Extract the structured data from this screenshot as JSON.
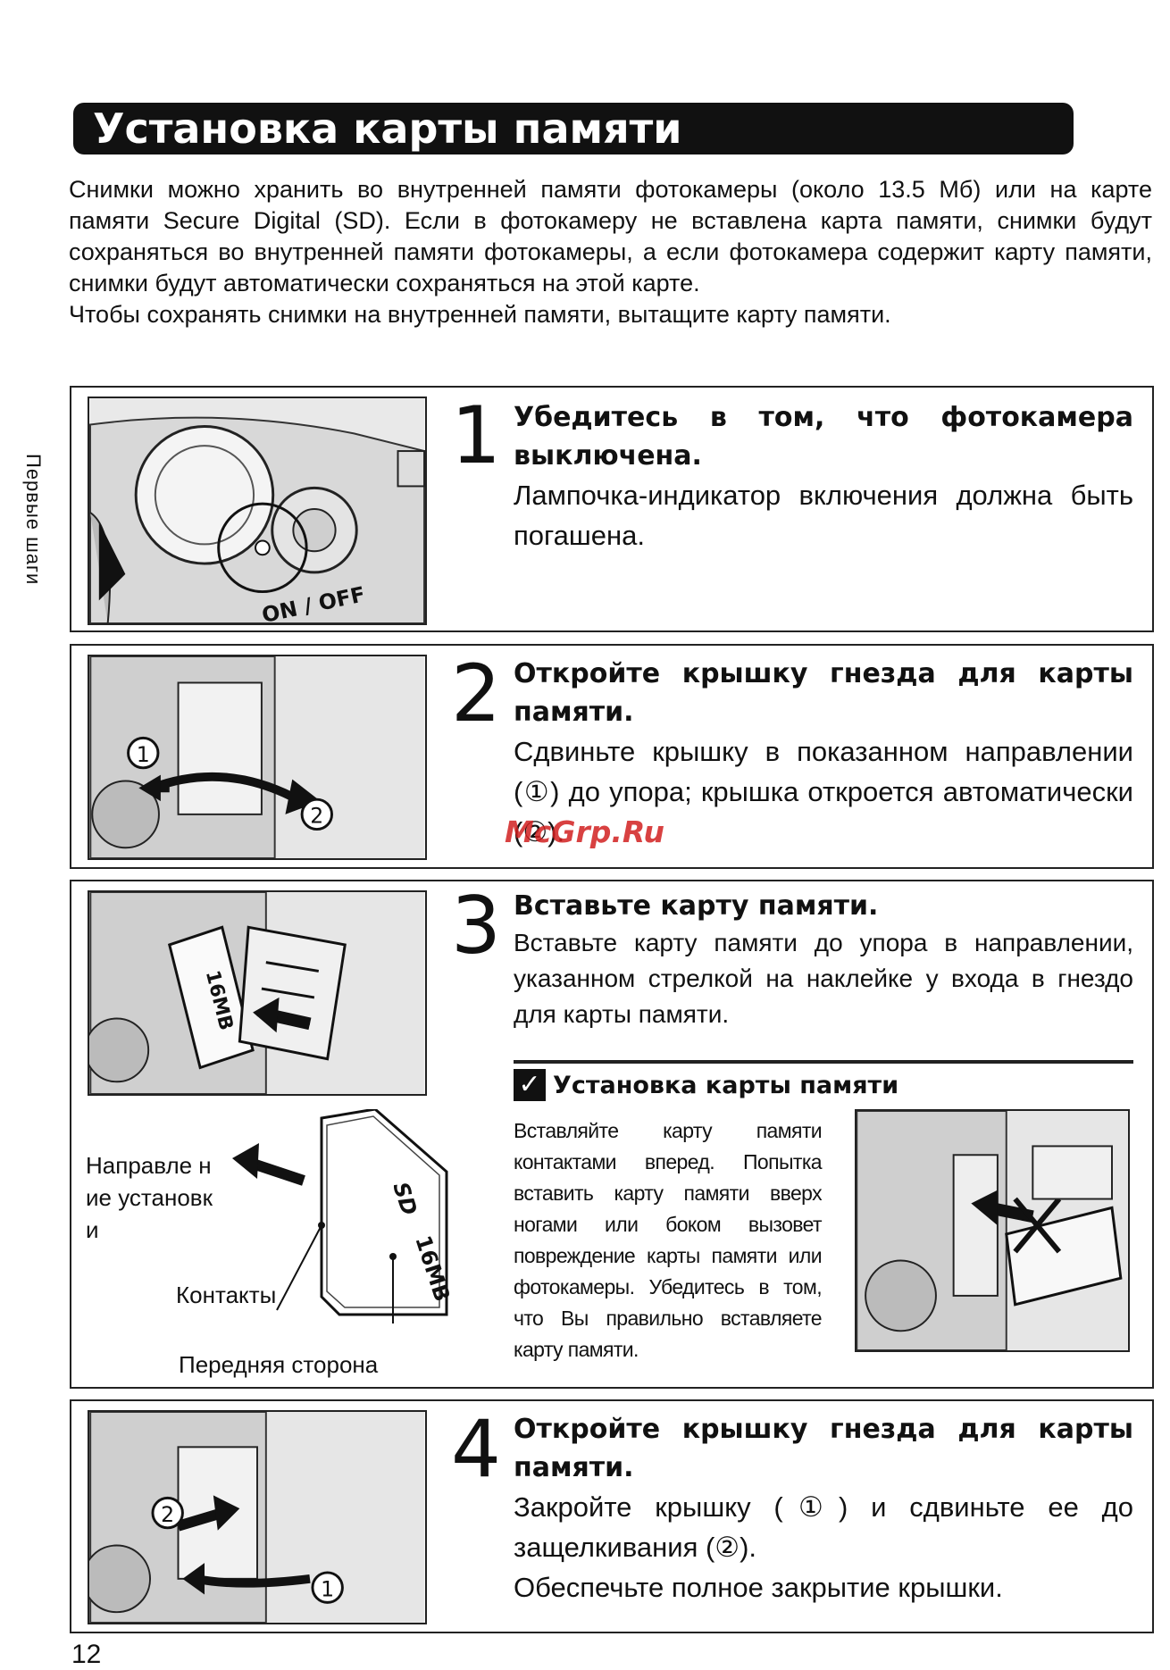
{
  "page": {
    "title": "Установка карты памяти",
    "side_tab": "Первые шаги",
    "page_number": "12",
    "watermark": "McGrp.Ru"
  },
  "intro": {
    "paragraph1": "Снимки можно хранить во внутренней памяти фотокамеры (около 13.5 Мб) или на карте памяти Secure Digital (SD). Если в фотокамеру не вставлена карта памяти, снимки будут сохраняться во внутренней памяти фотокамеры, а если фотокамера содержит карту памяти, снимки будут автоматически сохраняться на этой карте.",
    "paragraph2": "Чтобы сохранять снимки на внутренней памяти, вытащите карту памяти."
  },
  "steps": [
    {
      "number": "1",
      "heading": "Убедитесь в том, что фотокамера выключена.",
      "text": "Лампочка-индикатор включения должна быть погашена.",
      "photo_label": "ON / OFF"
    },
    {
      "number": "2",
      "heading": "Откройте крышку гнезда для карты памяти.",
      "text": "Сдвиньте крышку в показанном направлении (①) до упора; крышка откроется автоматически (②).",
      "marker1": "1",
      "marker2": "2"
    },
    {
      "number": "3",
      "heading": "Вставьте карту памяти.",
      "text": "Вставьте карту памяти до упора в направлении, указанном стрелкой на наклейке у входа в гнездо для карты памяти.",
      "card_label": "16MB",
      "card_logo": "SD",
      "label_direction": "Направле ние установки",
      "label_contacts": "Контакты",
      "label_front": "Передняя сторона",
      "tip_icon": "check-icon",
      "tip_heading": "Установка карты памяти",
      "tip_text": "Вставляйте карту памяти контактами вперед. Попытка вставить карту памяти вверх ногами или боком вызовет повреждение карты памяти или фотокамеры. Убедитесь в том, что Вы правильно вставляете карту памяти."
    },
    {
      "number": "4",
      "heading": "Откройте крышку гнезда для карты памяти.",
      "text1": "Закройте крышку (①) и сдвиньте ее до защелкивания (②).",
      "text2": "Обеспечьте полное закрытие крышки.",
      "marker1": "1",
      "marker2": "2"
    }
  ]
}
